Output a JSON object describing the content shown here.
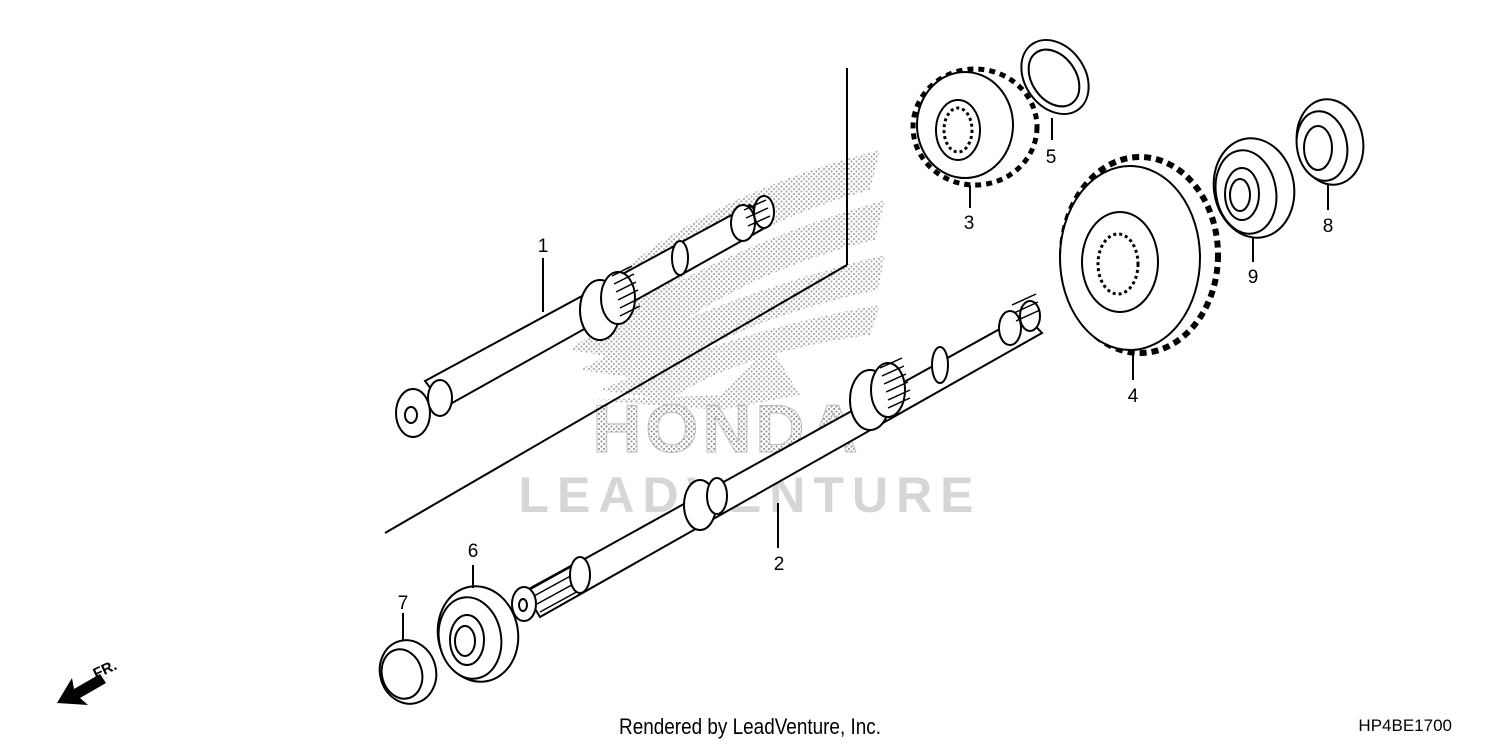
{
  "watermark": {
    "brand": "HONDA",
    "text": "LEADVENTURE",
    "color": "#cfcfcf"
  },
  "callouts": [
    "1",
    "2",
    "3",
    "4",
    "5",
    "6",
    "7",
    "8",
    "9"
  ],
  "direction_label": "FR.",
  "footer": {
    "credit": "Rendered by LeadVenture, Inc.",
    "code": "HP4BE1700"
  }
}
